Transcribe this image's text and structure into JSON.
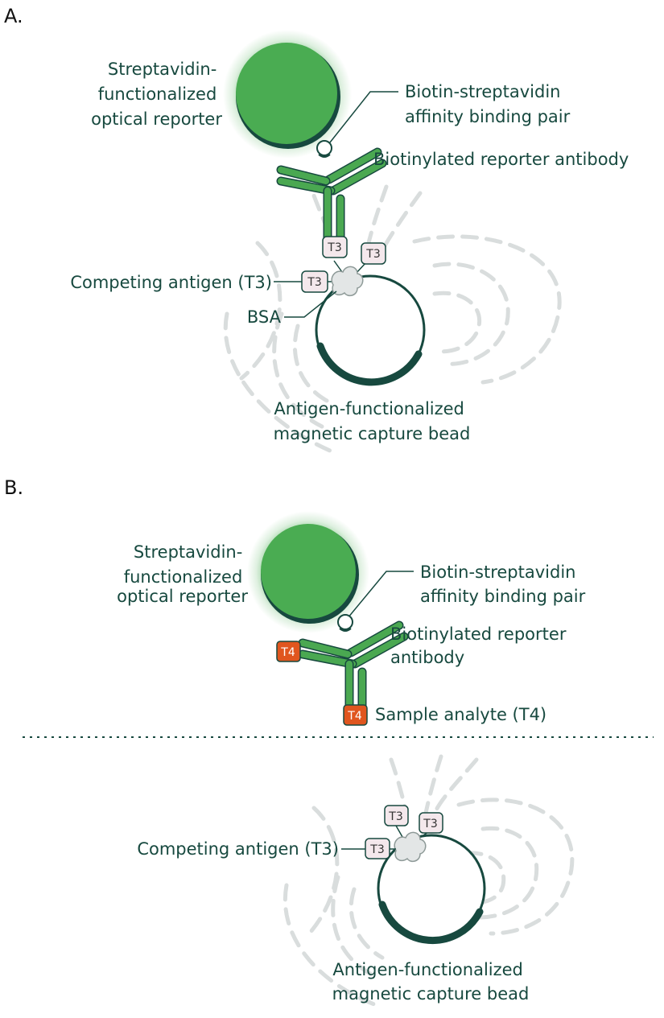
{
  "colors": {
    "dark_green": "#17493f",
    "reporter_green": "#4aac52",
    "antibody_green": "#4aa851",
    "t3_fill": "#f4e8ec",
    "t4_fill": "#e0561f",
    "field_line": "#d9dddd",
    "bsa_fill": "#e3e6e6"
  },
  "panel_a": {
    "label": "A.",
    "reporter_label": [
      "Streptavidin-",
      "functionalized",
      "optical reporter"
    ],
    "binding_pair_label": [
      "Biotin-streptavidin",
      "affinity binding pair"
    ],
    "antibody_label": "Biotinylated reporter antibody",
    "tags": [
      "T3",
      "T3",
      "T3"
    ],
    "competing_label": "Competing antigen (T3)",
    "bsa_label": "BSA",
    "bead_label": [
      "Antigen-functionalized",
      "magnetic capture bead"
    ]
  },
  "panel_b": {
    "label": "B.",
    "reporter_label": [
      "Streptavidin-",
      "functionalized",
      "optical reporter"
    ],
    "binding_pair_label": [
      "Biotin-streptavidin",
      "affinity binding pair"
    ],
    "antibody_label": [
      "Biotinylated reporter",
      "antibody"
    ],
    "t4_tags": [
      "T4",
      "T4"
    ],
    "analyte_label": "Sample analyte (T4)",
    "tags": [
      "T3",
      "T3",
      "T3"
    ],
    "competing_label": "Competing antigen (T3)",
    "bead_label": [
      "Antigen-functionalized",
      "magnetic capture bead"
    ]
  }
}
